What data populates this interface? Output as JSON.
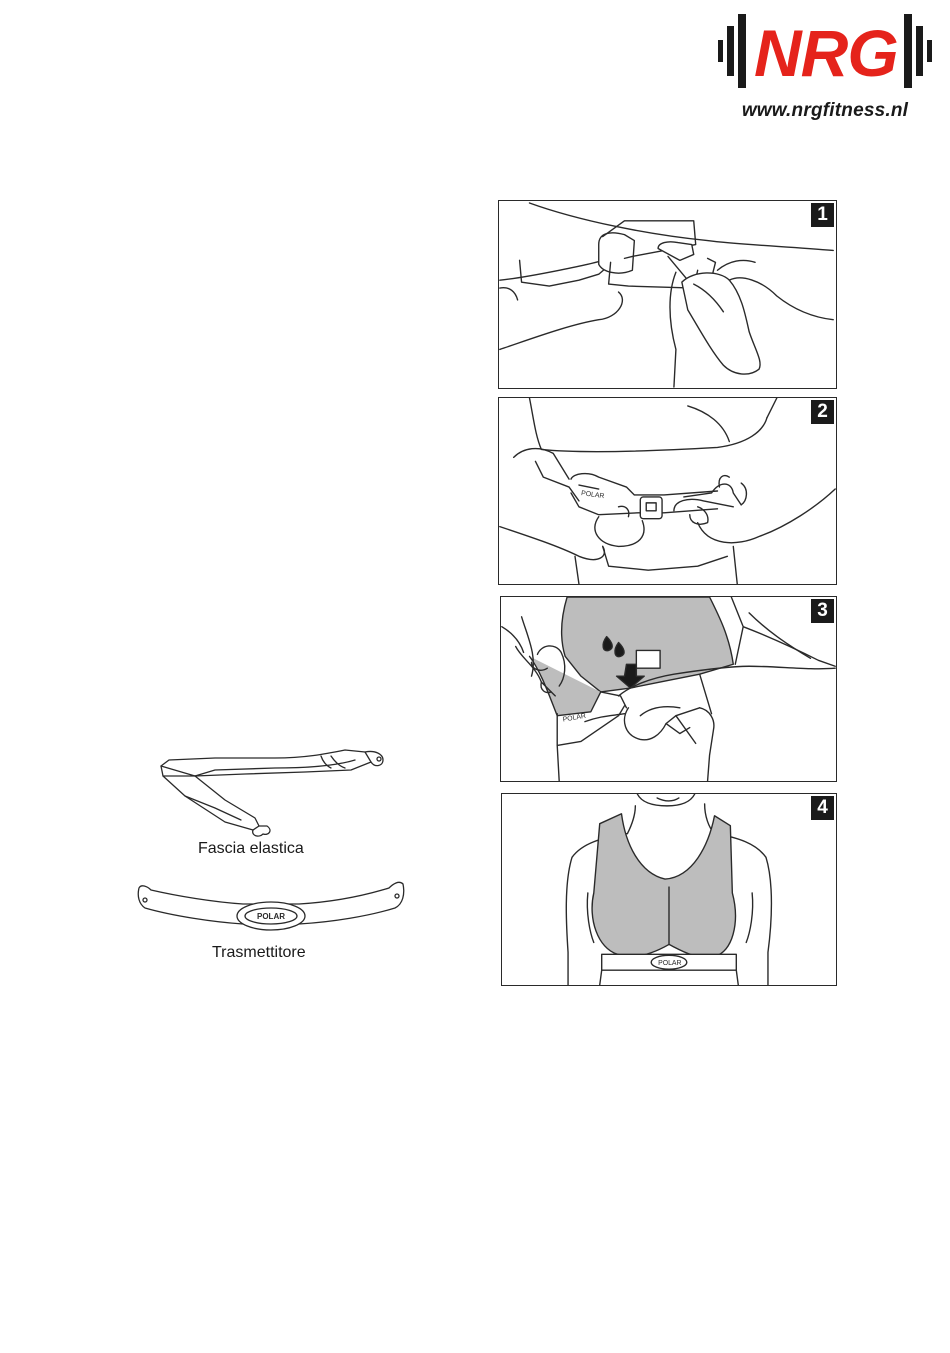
{
  "logo": {
    "brand": "NRG",
    "url": "www.nrgfitness.nl",
    "brand_color": "#e5231b"
  },
  "steps": [
    {
      "number": "1"
    },
    {
      "number": "2"
    },
    {
      "number": "3"
    },
    {
      "number": "4"
    }
  ],
  "parts": {
    "strap_label": "Fascia elastica",
    "transmitter_label": "Trasmettitore",
    "transmitter_brand": "POLAR"
  },
  "colors": {
    "shirt_grey": "#bdbdbd",
    "line": "#2a2a2a",
    "badge": "#1b1b1b"
  }
}
